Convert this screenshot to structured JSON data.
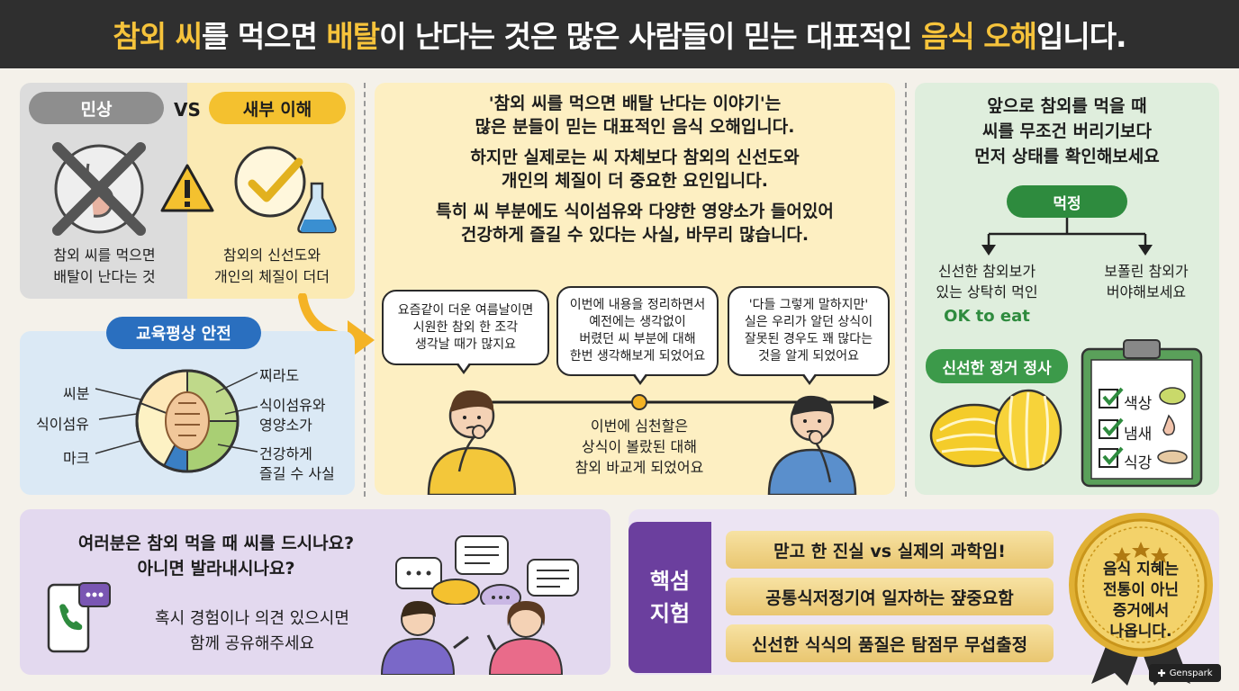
{
  "header": {
    "title_part1": "참외 씨",
    "title_part2": "를 먹으면 ",
    "title_part3": "배탈",
    "title_part4": "이 난다는 것은 많은 사람들이 믿는 대표적인 ",
    "title_part5": "음식 오해",
    "title_part6": "입니다."
  },
  "compare": {
    "left_pill": "민상",
    "vs": "VS",
    "right_pill": "새부 이해",
    "left_caption_1": "참외 씨를 먹으면",
    "left_caption_2": "배탈이 난다는 것",
    "right_caption_1": "참외의 신선도와",
    "right_caption_2": "개인의 체질이 더더"
  },
  "cross_section": {
    "pill": "교육평상 안전",
    "labels_left": [
      "씨분",
      "식이섬유",
      "마크"
    ],
    "labels_right": [
      "찌라도",
      "식이섬유와",
      "영양소가",
      "건강하게",
      "즐길 수 사실"
    ]
  },
  "main_text": {
    "line1": "'참외 씨를 먹으면 배탈 난다는 이야기'는",
    "line2": "많은 분들이 믿는 대표적인 음식 오해입니다.",
    "line3": "하지만 실제로는 씨 자체보다 참외의 신선도와",
    "line4": "개인의 체질이 더 중요한 요인입니다.",
    "line5": "특히 씨 부분에도 식이섬유와 다양한 영양소가 들어있어",
    "line6": "건강하게 즐길 수 있다는 사실, 바무리 많습니다."
  },
  "timeline": {
    "bubble1": "요즘같이 더운 여름날이면\n시원한 참외 한 조각\n생각날 때가 많지요",
    "bubble2": "이번에 내용을 정리하면서\n예전에는 생각없이\n버렸던 씨 부분에 대해\n한번 생각해보게 되었어요",
    "bubble3": "'다들 그렇게 말하지만'\n실은 우리가 알던 상식이\n잘못된 경우도 꽤 많다는\n것을 알게 되었어요",
    "caption_1": "이번에 심천할은",
    "caption_2": "상식이 볼랐된 대해",
    "caption_3": "참외 바교게 되었어요"
  },
  "right_panel": {
    "title_1": "앞으로 참외를 먹을 때",
    "title_2": "씨를 무조건 버리기보다",
    "title_3": "먼저 상태를 확인해보세요",
    "pill": "먹정",
    "branch_left_1": "신선한 참외보가",
    "branch_left_2": "있는 상탁히 먹인",
    "branch_left_ok": "OK to eat",
    "branch_right_1": "보폴린 참외가",
    "branch_right_2": "버야해보세요",
    "fresh_pill": "신선한 정거 정사",
    "checklist": [
      "색상",
      "냄새",
      "식강"
    ]
  },
  "discussion": {
    "question_1": "여러분은 참외 먹을 때 씨를 드시나요?",
    "question_2": "아니면 발라내시나요?",
    "invite_1": "혹시 경험이나 의견 있으시면",
    "invite_2": "함께 공유해주세요"
  },
  "summary": {
    "side_label_1": "핵섬",
    "side_label_2": "지험",
    "items": [
      "맏고 한 진실 vs 실제의 과학임!",
      "공통식저정기여 일자하는 쟢중요함",
      "신선한 식식의 품질은 탐점무 무섭출정"
    ],
    "badge_1": "음식 지혜는",
    "badge_2": "전통이 아닌",
    "badge_3": "증거에서",
    "badge_4": "나옵니다."
  },
  "watermark": "Genspark",
  "colors": {
    "accent_yellow": "#f6c33b",
    "header_bg": "#2f2f2f",
    "green": "#2e8b3e",
    "purple": "#6b3f9e",
    "blue_pill": "#2a6fbf"
  }
}
